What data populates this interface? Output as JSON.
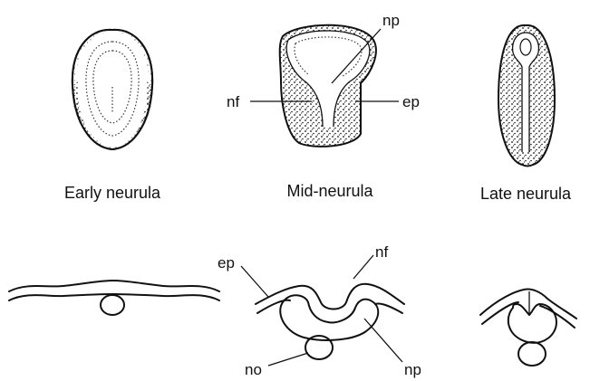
{
  "stages": [
    {
      "caption": "Early neurula"
    },
    {
      "caption": "Mid-neurula"
    },
    {
      "caption": "Late neurula"
    }
  ],
  "labels": {
    "neural_plate": "np",
    "neural_fold": "nf",
    "epidermis": "ep",
    "notochord": "no"
  },
  "colors": {
    "ink": "#111111",
    "background": "#ffffff"
  }
}
